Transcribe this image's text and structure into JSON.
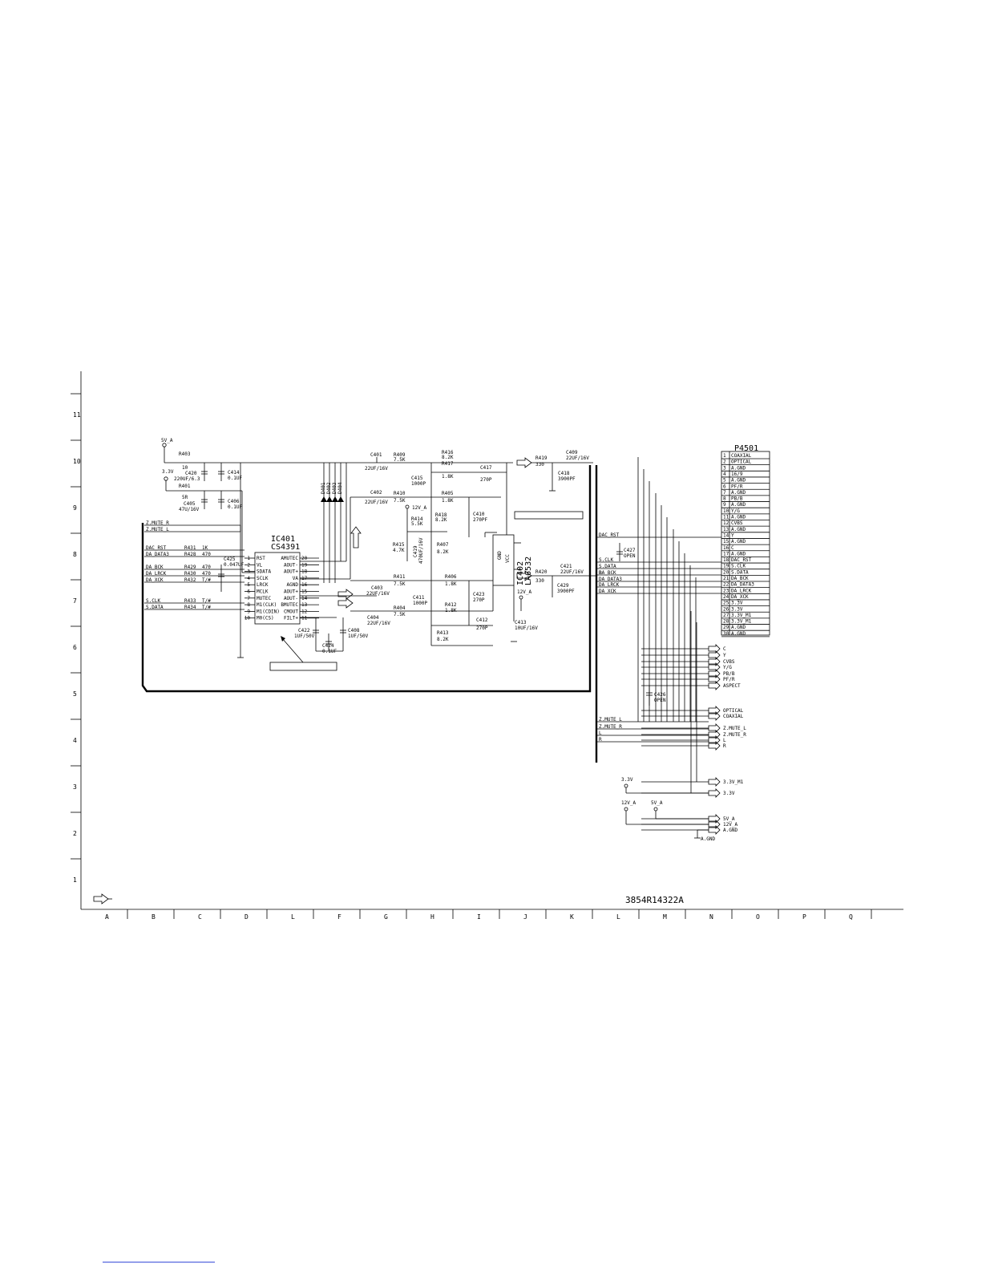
{
  "ic401": {
    "ref": "IC401",
    "part": "CS4391"
  },
  "ic402": {
    "ref": "IC402",
    "part": "LA6532"
  },
  "p4501": {
    "ref": "P4501",
    "pins": [
      "COAXIAL",
      "OPTICAL",
      "A.GND",
      "16/9",
      "A.GND",
      "PF/R",
      "A.GND",
      "PB/B",
      "A.GND",
      "Y/G",
      "A.GND",
      "CVBS",
      "A.GND",
      "Y",
      "A.GND",
      "C",
      "A.GND",
      "DAC_RST",
      "S.CLK",
      "S.DATA",
      "DA_BCK",
      "DA_DATA3",
      "DA_LRCK",
      "DA_XCK",
      "3.3V",
      "3.3V",
      "3.3V_M1",
      "3.3V_M1",
      "A.GND",
      "A.GND"
    ]
  },
  "ic401_left_pins": [
    {
      "num": "1",
      "name": "RST"
    },
    {
      "num": "2",
      "name": "VL"
    },
    {
      "num": "3",
      "name": "SDATA"
    },
    {
      "num": "4",
      "name": "SCLK"
    },
    {
      "num": "5",
      "name": "LRCK"
    },
    {
      "num": "6",
      "name": "MCLK"
    },
    {
      "num": "7",
      "name": "MUTEC"
    },
    {
      "num": "8",
      "name": "M1(CLK)"
    },
    {
      "num": "9",
      "name": "M1(CDIN)"
    },
    {
      "num": "10",
      "name": "M0(CS)"
    }
  ],
  "ic401_right_pins": [
    {
      "num": "20",
      "name": "AMUTEC"
    },
    {
      "num": "19",
      "name": "AOUT-"
    },
    {
      "num": "18",
      "name": "AOUT+"
    },
    {
      "num": "17",
      "name": "VA"
    },
    {
      "num": "16",
      "name": "AGND"
    },
    {
      "num": "15",
      "name": "AOUT+"
    },
    {
      "num": "14",
      "name": "AOUT-"
    },
    {
      "num": "13",
      "name": "BMUTEC"
    },
    {
      "num": "12",
      "name": "CMOUT"
    },
    {
      "num": "11",
      "name": "FILT+"
    }
  ],
  "left_signals": [
    "Z.MUTE_R",
    "Z.MUTE_L",
    "DAC_RST",
    "DA_DATA3",
    "DA_BCK",
    "DA_LRCK",
    "DA_XCK",
    "S.CLK",
    "S.DATA"
  ],
  "series_resistors": [
    {
      "ref": "R431",
      "value": "1K"
    },
    {
      "ref": "R428",
      "value": "470"
    },
    {
      "ref": "R429",
      "value": "470"
    },
    {
      "ref": "R430",
      "value": "470"
    },
    {
      "ref": "R432",
      "value": "T/#"
    },
    {
      "ref": "R433",
      "value": "T/#"
    },
    {
      "ref": "R434",
      "value": "T/#"
    }
  ],
  "power_labels": {
    "v5a": "5V_A",
    "v33": "3.3V",
    "v12a": "12V_A",
    "agnd": "A.GND"
  },
  "parts": {
    "R403": "R403",
    "R403v": "10",
    "C420": "C420",
    "C420v": "220UF/6.3",
    "C414": "C414",
    "C414v": "0.1UF",
    "R401": "R401",
    "R401v": "5R",
    "C405": "C405",
    "C405v": "47U/16V",
    "C406": "C406",
    "C406v": "0.1UF",
    "C425": "C425",
    "C425v": "0.047UF",
    "C422": "C422",
    "C422v": "1UF/50V",
    "C424": "C424",
    "C424v": "0.1UF",
    "C408": "C408",
    "C408v": "1UF/50V",
    "C401": "C401",
    "C401v": "22UF/16V",
    "R409": "R409",
    "R409v": "7.5K",
    "R416": "R416",
    "R416v": "8.2K",
    "R417": "R417",
    "R417v": "1.8K",
    "C417": "C417",
    "C417v": "270P",
    "C415": "C415",
    "C415v": "1000P",
    "C402": "C402",
    "C402v": "22UF/16V",
    "R410": "R410",
    "R410v": "7.5K",
    "R405": "R405",
    "R405v": "1.8K",
    "C410": "C410",
    "C410v": "270PF",
    "R414": "R414",
    "R414v": "5.5K",
    "R418": "R418",
    "R418v": "8.2K",
    "R415": "R415",
    "R415v": "4.7K",
    "C419": "C419",
    "C419v": "470UF/16V",
    "R407": "R407",
    "R407v": "8.2K",
    "R411": "R411",
    "R411v": "7.5K",
    "R406": "R406",
    "R406v": "1.8K",
    "C403": "C403",
    "C403v": "22UF/16V",
    "C411": "C411",
    "C411v": "1000P",
    "C423": "C423",
    "C423v": "270P",
    "R404": "R404",
    "R404v": "7.5K",
    "C404": "C404",
    "C404v": "22UF/16V",
    "R412": "R412",
    "R412v": "1.8K",
    "C412": "C412",
    "C412v": "270P",
    "R413": "R413",
    "R413v": "8.2K",
    "C413": "C413",
    "C413v": "10UF/16V",
    "R419": "R419",
    "R419v": "330",
    "C418": "C418",
    "C418v": "3900PF",
    "C409": "C409",
    "C409v": "22UF/16V",
    "R420": "R420",
    "R420v": "330",
    "C421": "C421",
    "C421v": "22UF/16V",
    "C429": "C429",
    "C429v": "3900PF",
    "C427": "C427",
    "C427v": "OPEN",
    "C426": "C426",
    "C426v": "OPEN",
    "D401": "D401",
    "D402": "D402",
    "D403": "D403",
    "D404": "D404",
    "GND": "GND",
    "VCC": "VCC"
  },
  "bus_right_signals": [
    "DAC_RST",
    "S.CLK",
    "S.DATA",
    "DA_BCK",
    "DA_DATA3",
    "DA_LRCK",
    "DA_XCK"
  ],
  "bottom_bus_signals": [
    "Z.MUTE_L",
    "Z.MUTE_R",
    "L",
    "R"
  ],
  "right_outputs": [
    "C",
    "Y",
    "CVBS",
    "Y/G",
    "PB/B",
    "PF/R",
    "ASPECT"
  ],
  "right_outputs2": [
    "OPTICAL",
    "COAXIAL"
  ],
  "right_outputs3": [
    "Z.MUTE_L",
    "Z.MUTE_R",
    "L",
    "R"
  ],
  "right_outputs4": [
    "3.3V_M1",
    "3.3V"
  ],
  "right_outputs5": [
    "5V_A",
    "12V_A",
    "A.GND"
  ],
  "ch_labels": {
    "l": "L",
    "r": "R"
  },
  "drawing_number": "3854R14322A",
  "col_labels": [
    "A",
    "B",
    "C",
    "D",
    "L",
    "F",
    "G",
    "H",
    "I",
    "J",
    "K",
    "L",
    "M",
    "N",
    "O",
    "P",
    "Q"
  ],
  "row_labels": [
    "11",
    "10",
    "9",
    "8",
    "7",
    "6",
    "5",
    "4",
    "3",
    "2",
    "1"
  ]
}
